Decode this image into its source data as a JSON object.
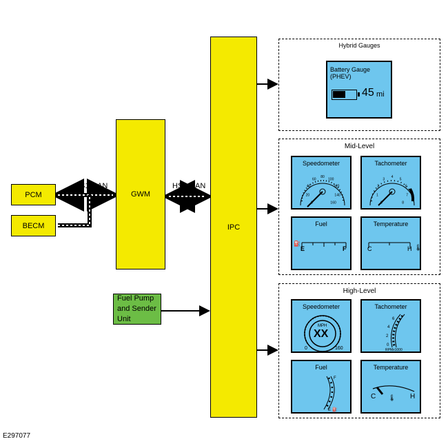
{
  "modules": {
    "pcm": "PCM",
    "becm": "BECM",
    "gwm": "GWM",
    "ipc": "IPC",
    "fuel_pump": "Fuel Pump and Sender Unit"
  },
  "buses": {
    "hs1": "HS1-CAN",
    "hs3": "HS3-CAN"
  },
  "hybrid": {
    "title": "Hybrid Gauges",
    "battery_title": "Battery Gauge (PHEV)",
    "range_value": "45",
    "range_unit": "mi"
  },
  "mid": {
    "title": "Mid-Level",
    "speedometer": "Speedometer",
    "tachometer": "Tachometer",
    "fuel": "Fuel",
    "temperature": "Temperature",
    "speedo_ticks": [
      "0",
      "20",
      "40",
      "60",
      "80",
      "100",
      "120",
      "140",
      "160"
    ],
    "tacho_ticks": [
      "0",
      "1",
      "2",
      "3",
      "4",
      "5",
      "6",
      "7",
      "8"
    ],
    "fuel_e": "E",
    "fuel_f": "F",
    "temp_c": "C",
    "temp_h": "H"
  },
  "high": {
    "title": "High-Level",
    "speedometer": "Speedometer",
    "tachometer": "Tachometer",
    "fuel": "Fuel",
    "temperature": "Temperature",
    "mph": "MPH",
    "speed_value": "XX",
    "speed_min": "0",
    "speed_max": "160",
    "rpm_label": "RPMx1000",
    "rpm_ticks": [
      "0",
      "2",
      "4",
      "6"
    ],
    "fuel_e": "E",
    "fuel_f": "F",
    "temp_c": "C",
    "temp_h": "H"
  },
  "figure_id": "E297077",
  "colors": {
    "module_yellow": "#f4ea00",
    "module_green": "#6cbd45",
    "gauge_blue": "#6ec6ee"
  }
}
